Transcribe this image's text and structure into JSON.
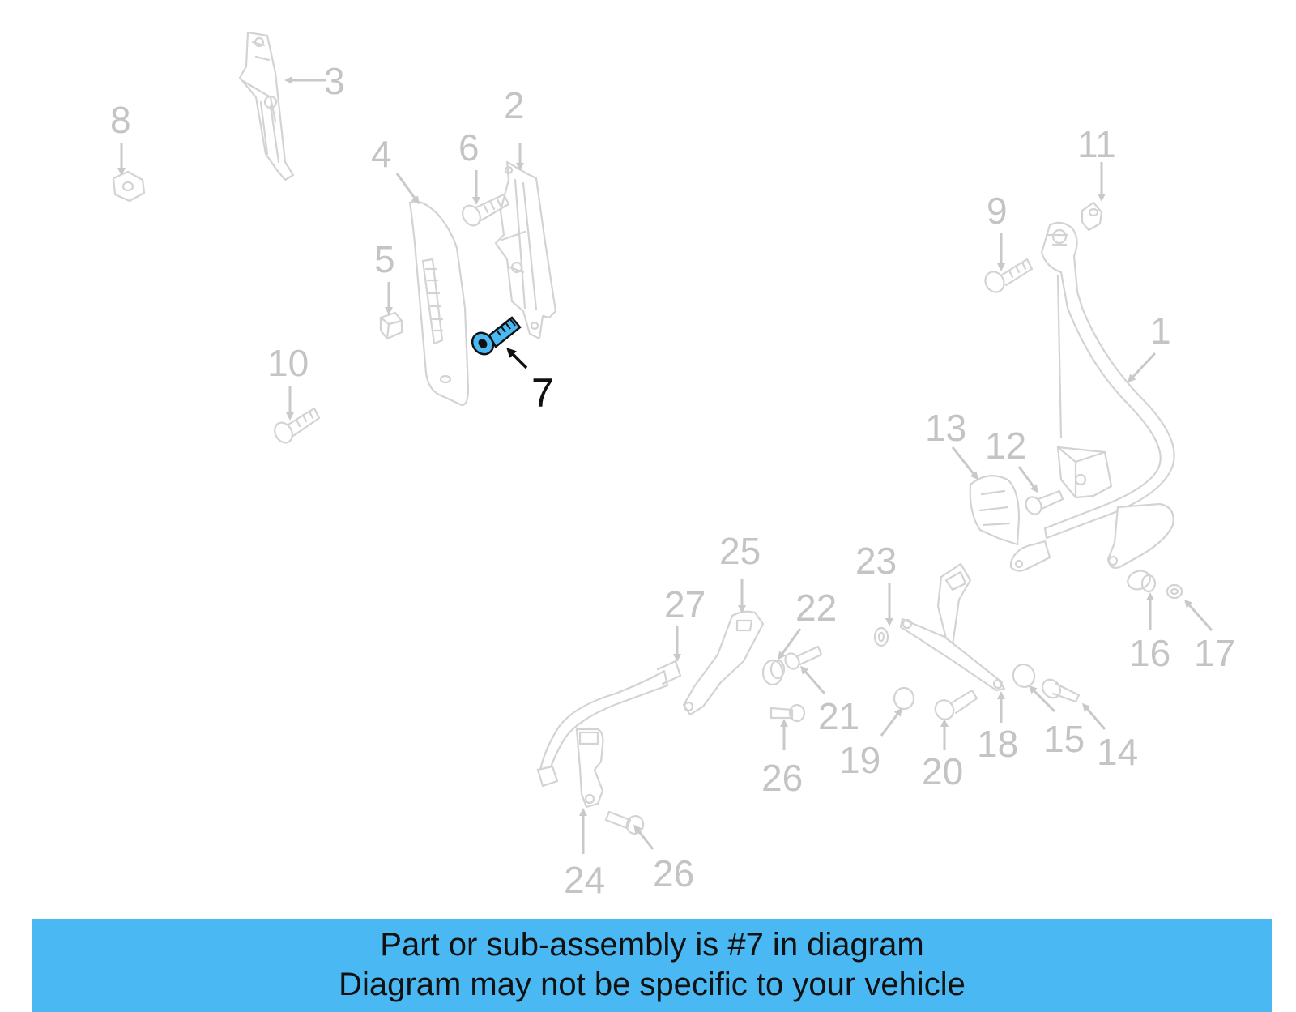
{
  "diagram": {
    "highlight_color": "#4ab8f2",
    "label_color": "#c4c4c4",
    "highlighted_label_color": "#111111",
    "callouts": [
      "1",
      "2",
      "3",
      "4",
      "5",
      "6",
      "7",
      "8",
      "9",
      "10",
      "11",
      "12",
      "13",
      "14",
      "15",
      "16",
      "17",
      "18",
      "19",
      "20",
      "21",
      "22",
      "23",
      "24",
      "25",
      "26",
      "26",
      "27"
    ],
    "highlighted_part": "7"
  },
  "banner": {
    "line1": "Part or sub-assembly is #7 in diagram",
    "line2": "Diagram may not be specific to your vehicle",
    "background": "#4ab8f2"
  }
}
